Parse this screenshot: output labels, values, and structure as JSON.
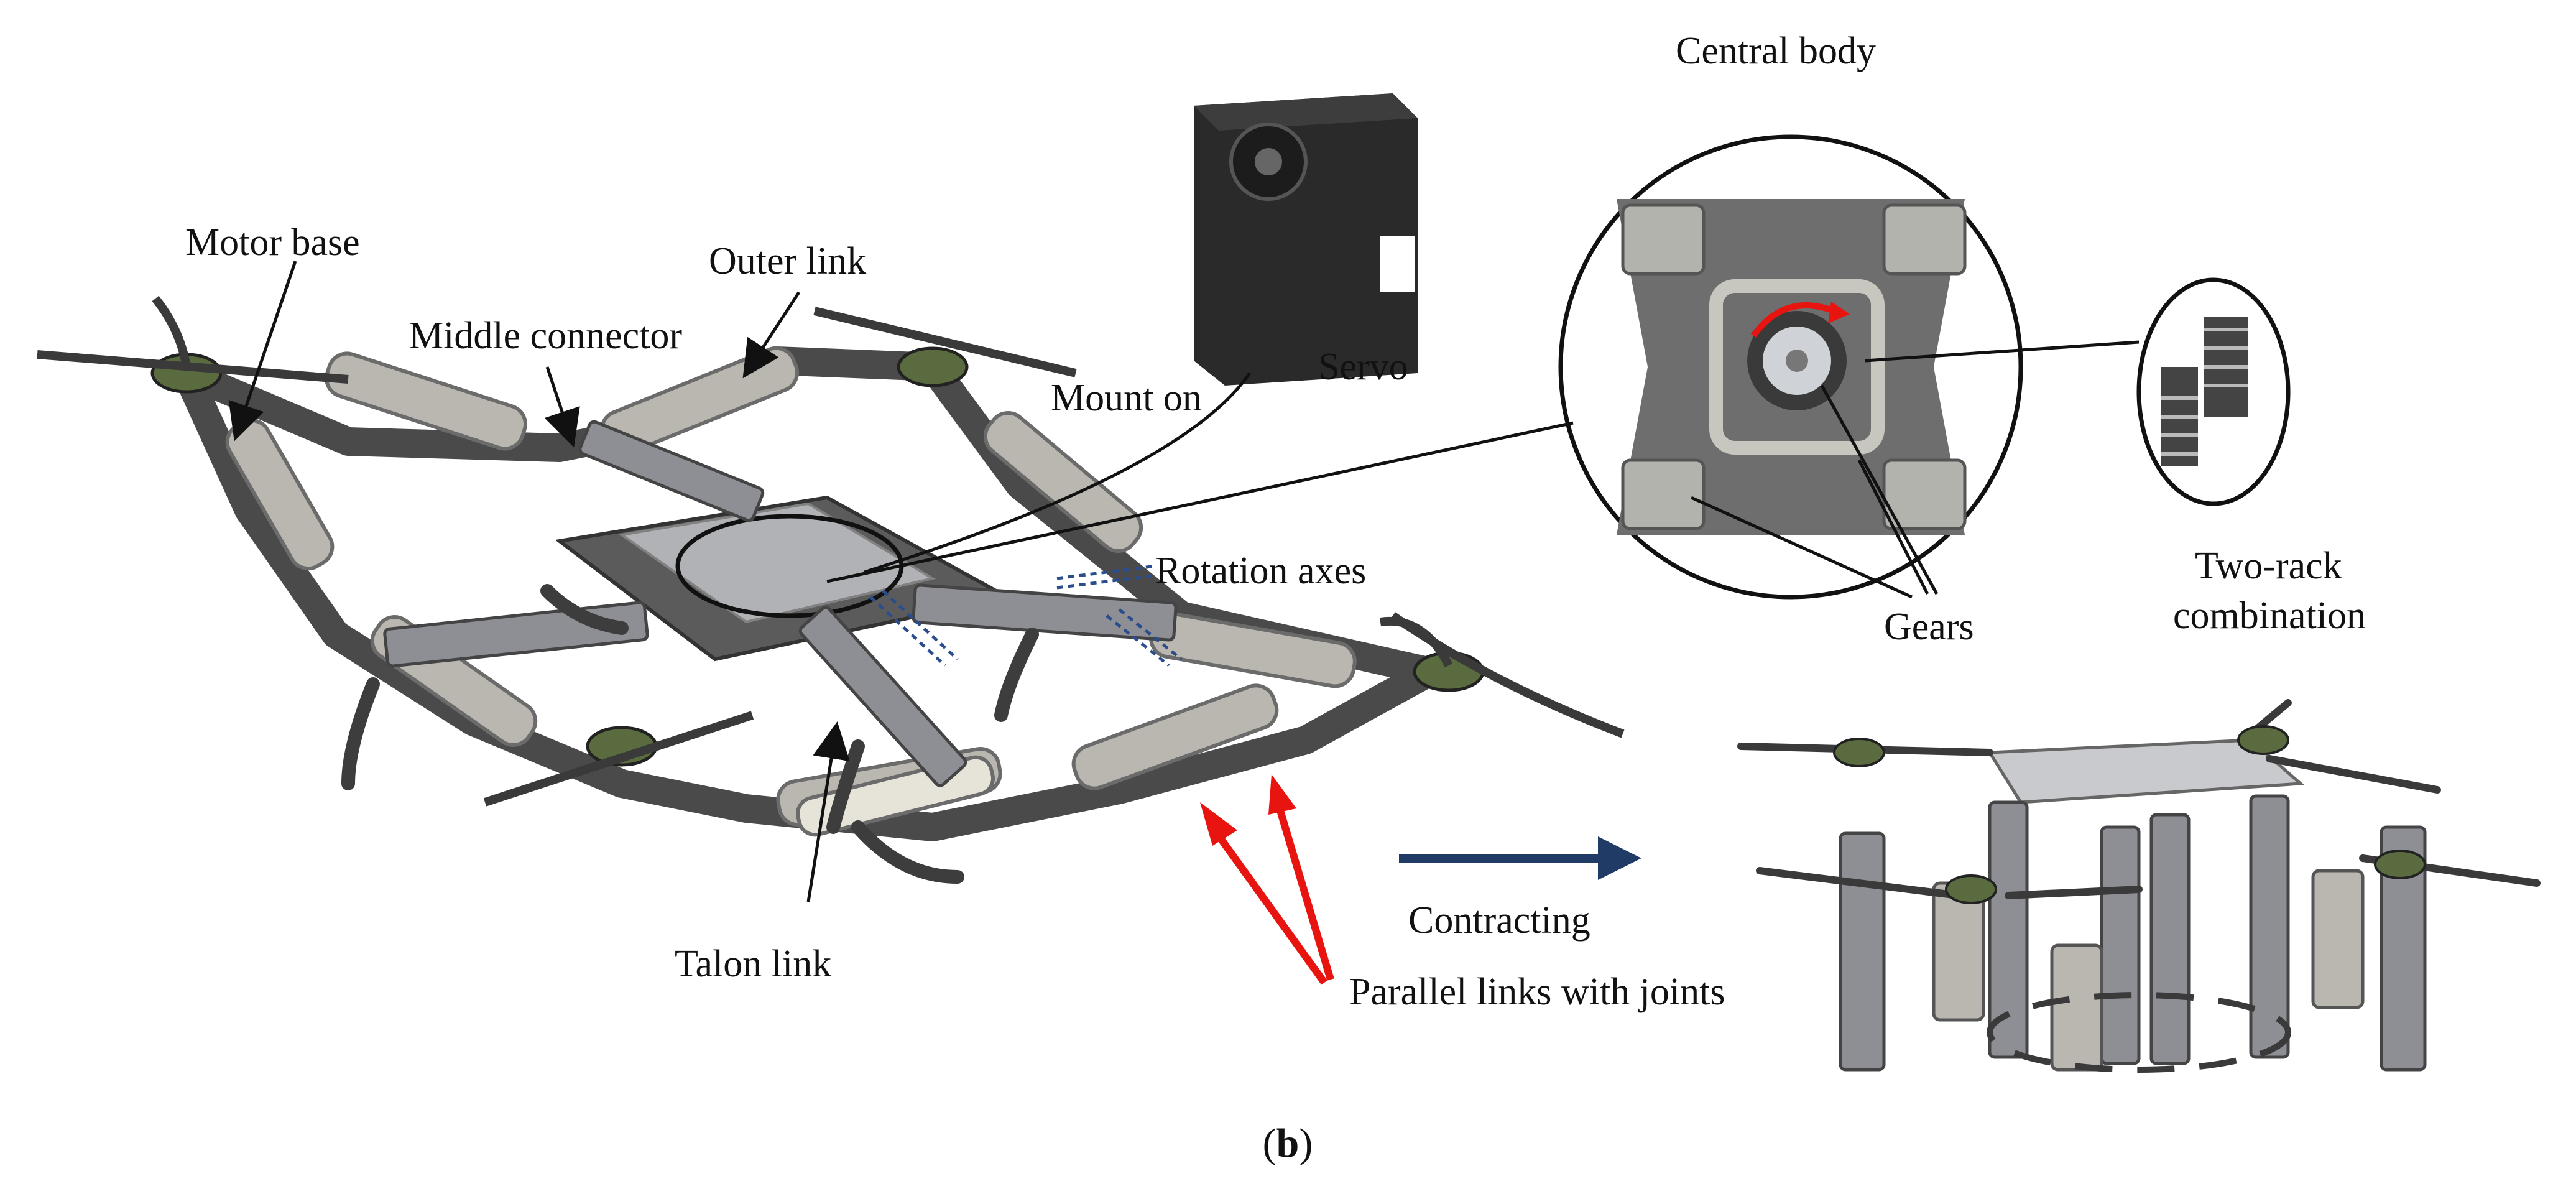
{
  "labels": {
    "motor_base": "Motor base",
    "outer_link": "Outer link",
    "middle_connector": "Middle connector",
    "mount_on": "Mount on",
    "servo": "Servo",
    "central_body": "Central body",
    "two_rack_line1": "Two-rack",
    "two_rack_line2": "combination",
    "gears": "Gears",
    "rotation_axes": "Rotation axes",
    "talon_link": "Talon link",
    "contracting": "Contracting",
    "parallel_links": "Parallel links with joints"
  },
  "caption": {
    "open": "(",
    "letter": "b",
    "close": ")"
  },
  "colors": {
    "frame_dark": "#4a4a4a",
    "link_light": "#b9b7b0",
    "motor_green": "#5a6b3f",
    "servo_black": "#2a2a2a",
    "callout_red": "#e8140f",
    "arrow_navy": "#1f3b66",
    "axes_blue": "#2b4d8c"
  },
  "icons": {
    "servo": "servo-motor-icon",
    "drone_open": "drone-expanded-illustration",
    "drone_closed": "drone-contracted-illustration",
    "gear": "gear-icon",
    "rack": "rack-icon"
  }
}
